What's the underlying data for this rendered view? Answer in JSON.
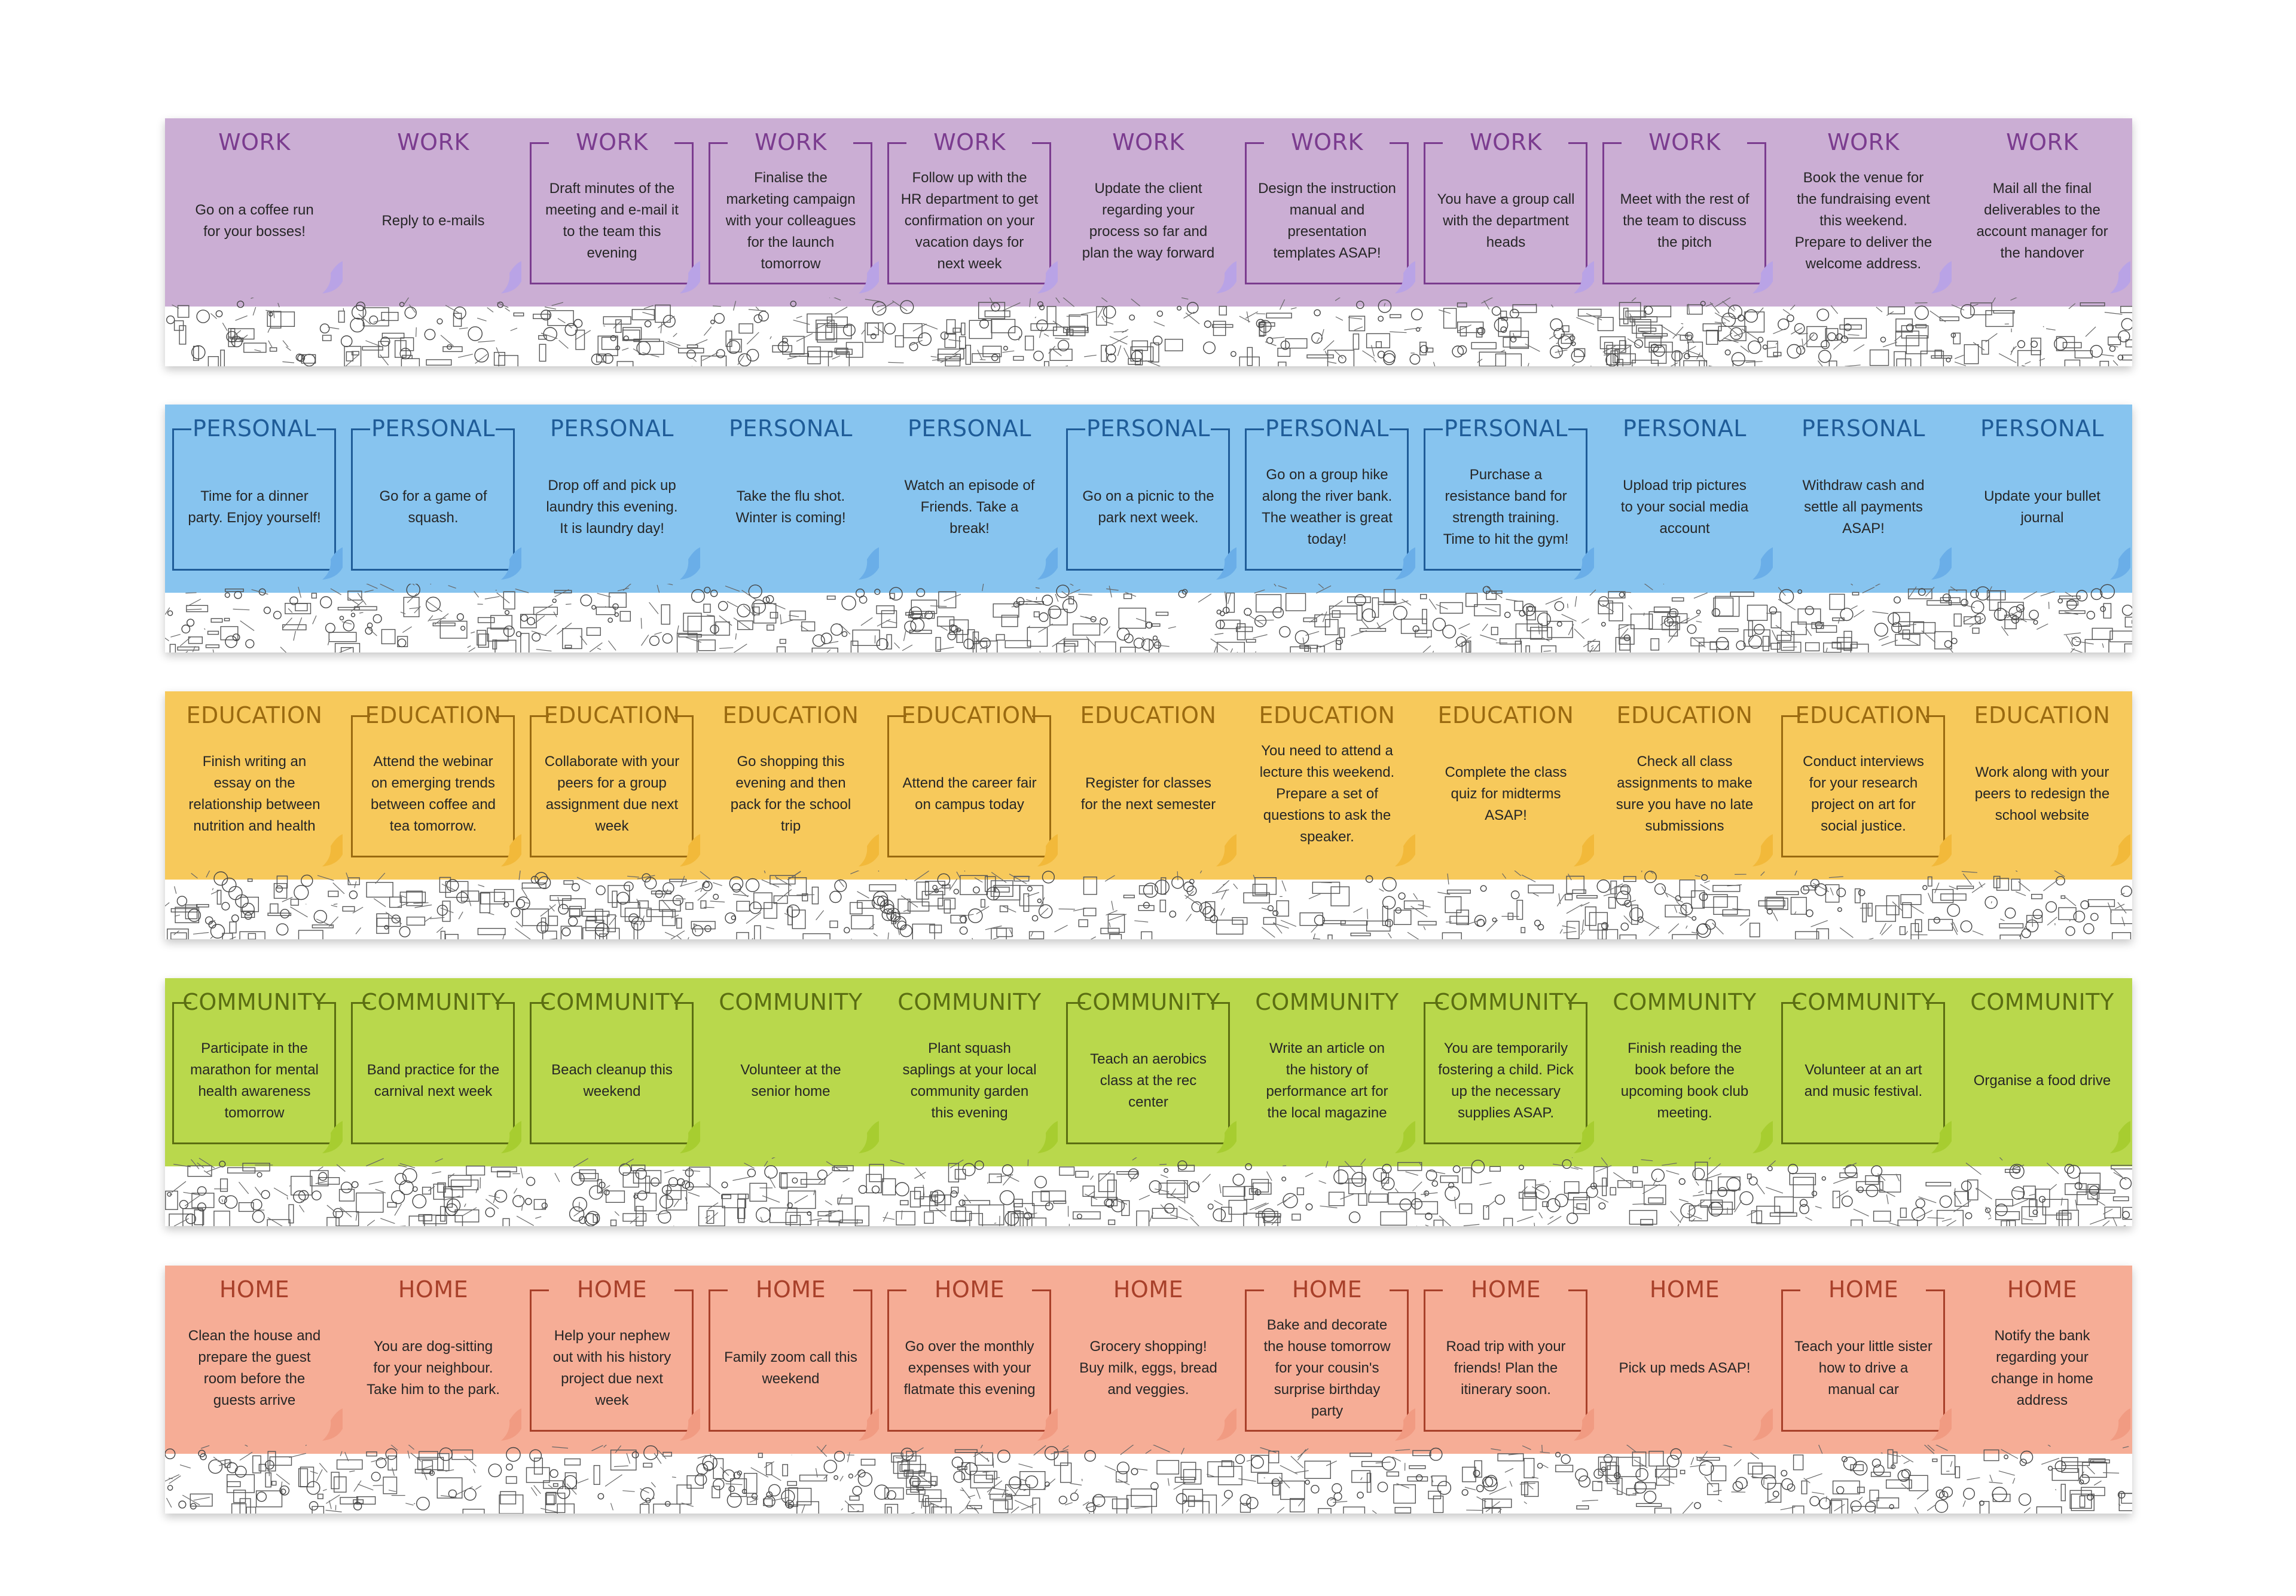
{
  "rows": [
    {
      "category": "WORK",
      "bg": "#cbaed4",
      "accent": "#7b3c8f",
      "curl": "#b9a3e6",
      "framed": [
        2,
        3,
        4,
        6,
        7,
        8
      ],
      "tasks": [
        "Go on a coffee run for your bosses!",
        "Reply to e-mails",
        "Draft minutes of the meeting and e-mail it to the team this evening",
        "Finalise the marketing campaign with your colleagues for the launch tomorrow",
        "Follow up with the HR department to get confirmation on your vacation days for next week",
        "Update the client regarding your process so far and plan the way forward",
        "Design the instruction manual and presentation templates ASAP!",
        "You have a group call with the department heads",
        "Meet with the rest of the team to discuss the pitch",
        "Book the venue for the fundraising event this weekend. Prepare to deliver the welcome address.",
        "Mail all the final deliverables to the account manager for the handover"
      ]
    },
    {
      "category": "PERSONAL",
      "bg": "#87c4ef",
      "accent": "#1f5c98",
      "curl": "#6aaee8",
      "framed": [
        0,
        1,
        5,
        6,
        7
      ],
      "tasks": [
        "Time for a dinner party. Enjoy yourself!",
        "Go for a game of squash.",
        "Drop off and pick up laundry this evening. It is laundry day!",
        "Take the flu shot. Winter is coming!",
        "Watch an episode of Friends. Take a break!",
        "Go on a picnic to the park next week.",
        "Go on a group hike along the river bank. The weather is great today!",
        "Purchase a resistance band for strength training. Time to hit the gym!",
        "Upload trip pictures to your social media account",
        "Withdraw cash and settle all payments ASAP!",
        "Update your bullet journal"
      ]
    },
    {
      "category": "EDUCATION",
      "bg": "#f7c95b",
      "accent": "#9a6a10",
      "curl": "#f2b93a",
      "framed": [
        1,
        2,
        4,
        9
      ],
      "tasks": [
        "Finish writing an essay on the relationship between nutrition and health",
        "Attend the webinar on emerging trends between coffee and tea tomorrow.",
        "Collaborate with your peers for a group assignment due next week",
        "Go shopping this evening and then pack for the school trip",
        "Attend the career fair on campus today",
        "Register for classes for the next semester",
        "You need to attend a lecture this weekend. Prepare a set of questions to ask the speaker.",
        "Complete the class quiz for midterms ASAP!",
        "Check all class assignments to make sure you have no late submissions",
        "Conduct interviews for your research project on art for social justice.",
        "Work along with your peers to redesign the school website"
      ]
    },
    {
      "category": "COMMUNITY",
      "bg": "#b9d84c",
      "accent": "#5b6e12",
      "curl": "#a7cd30",
      "framed": [
        0,
        1,
        2,
        5,
        7,
        9
      ],
      "tasks": [
        "Participate in the marathon for mental health awareness tomorrow",
        "Band practice for the carnival next week",
        "Beach cleanup this weekend",
        "Volunteer at the senior home",
        "Plant squash saplings at your local community garden this evening",
        "Teach an aerobics class at the rec center",
        "Write an article on the history of performance art for the local magazine",
        "You are temporarily fostering a child. Pick up the necessary supplies ASAP.",
        "Finish reading the book before the upcoming book club meeting.",
        "Volunteer at an art and music festival.",
        "Organise a food drive"
      ]
    },
    {
      "category": "HOME",
      "bg": "#f6ad96",
      "accent": "#a8402a",
      "curl": "#f19b82",
      "framed": [
        2,
        3,
        4,
        6,
        7,
        9
      ],
      "tasks": [
        "Clean the house and prepare the guest room before the guests arrive",
        "You are dog-sitting for your neighbour. Take him to the park.",
        "Help your nephew out with his history project due next week",
        "Family zoom call this weekend",
        "Go over the monthly expenses with your flatmate this evening",
        "Grocery shopping! Buy milk, eggs, bread and veggies.",
        "Bake and decorate the house tomorrow for your cousin's surprise birthday party",
        "Road trip with your friends! Plan the itinerary soon.",
        "Pick up meds ASAP!",
        "Teach your little sister how to drive a manual car",
        "Notify the bank regarding your change in home address"
      ]
    }
  ]
}
